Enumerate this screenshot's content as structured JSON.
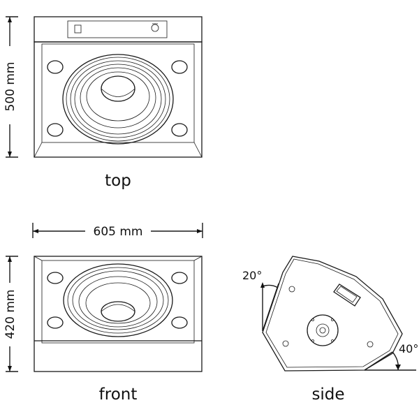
{
  "labels": {
    "top": "top",
    "front": "front",
    "side": "side"
  },
  "dimensions": {
    "depth": "500 mm",
    "width": "605 mm",
    "height": "420 mm"
  },
  "angles": {
    "upper": "20°",
    "lower": "40°"
  }
}
